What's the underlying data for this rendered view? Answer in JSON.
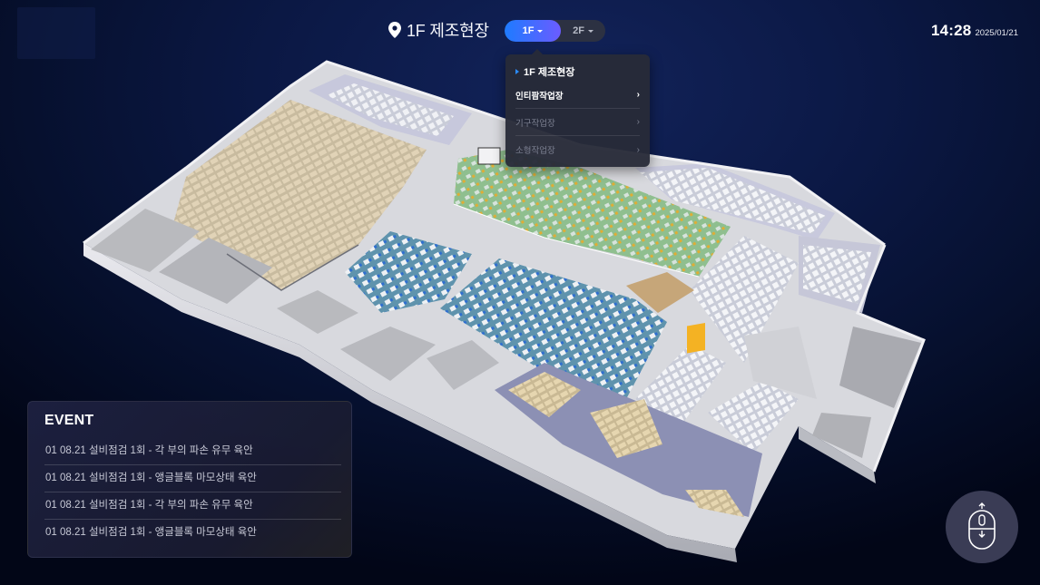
{
  "header": {
    "location_title": "1F 제조현장",
    "icon": "map-pin-icon"
  },
  "floor_toggle": {
    "floors": [
      {
        "label": "1F",
        "active": true
      },
      {
        "label": "2F",
        "active": false
      }
    ]
  },
  "dropdown": {
    "heading": "1F 제조현장",
    "items": [
      {
        "label": "인티팜작업장",
        "active": true
      },
      {
        "label": "기구작업장",
        "active": false
      },
      {
        "label": "소형작업장",
        "active": false
      }
    ],
    "chevron": "›"
  },
  "clock": {
    "time": "14:28",
    "date": "2025/01/21"
  },
  "event_panel": {
    "title": "EVENT",
    "items": [
      "01 08.21 설비점검 1회 - 각 부의 파손 유무 육안",
      "01 08.21 설비점검 1회 - 앵글블록 마모상태 육안",
      "01 08.21 설비점검 1회 - 각 부의 파손 유무 육안",
      "01 08.21 설비점검 1회 - 앵글블록 마모상태 육안"
    ]
  },
  "mouse_hint": {
    "icon": "mouse-scroll-icon"
  },
  "colors": {
    "accent_start": "#1e7bff",
    "accent_end": "#6b5cff",
    "dropdown_bg": "#282b38",
    "zone_green": "#8fbf8f",
    "zone_blue": "#5f93ad",
    "zone_lavender": "#b9bbd8"
  }
}
